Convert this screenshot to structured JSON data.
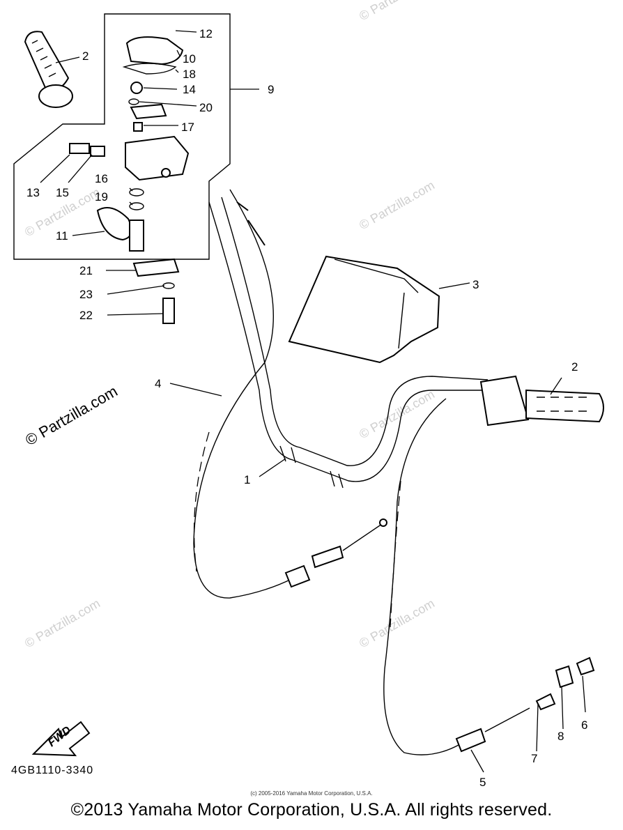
{
  "diagram": {
    "drawing_code": "4GB1110-3340",
    "fwd_label": "FWD",
    "callouts": [
      {
        "id": "c12",
        "label": "12"
      },
      {
        "id": "c10",
        "label": "10"
      },
      {
        "id": "c18",
        "label": "18"
      },
      {
        "id": "c14",
        "label": "14"
      },
      {
        "id": "c9",
        "label": "9"
      },
      {
        "id": "c20",
        "label": "20"
      },
      {
        "id": "c17",
        "label": "17"
      },
      {
        "id": "c2a",
        "label": "2"
      },
      {
        "id": "c13",
        "label": "13"
      },
      {
        "id": "c15",
        "label": "15"
      },
      {
        "id": "c16",
        "label": "16"
      },
      {
        "id": "c19",
        "label": "19"
      },
      {
        "id": "c11",
        "label": "11"
      },
      {
        "id": "c21",
        "label": "21"
      },
      {
        "id": "c23",
        "label": "23"
      },
      {
        "id": "c22",
        "label": "22"
      },
      {
        "id": "c3",
        "label": "3"
      },
      {
        "id": "c4",
        "label": "4"
      },
      {
        "id": "c2b",
        "label": "2"
      },
      {
        "id": "c1",
        "label": "1"
      },
      {
        "id": "c7",
        "label": "7"
      },
      {
        "id": "c8",
        "label": "8"
      },
      {
        "id": "c6",
        "label": "6"
      },
      {
        "id": "c5",
        "label": "5"
      }
    ]
  },
  "watermark": "© Partzilla.com",
  "small_copyright": "(c) 2005-2016 Yamaha Motor Corporation, U.S.A.",
  "copyright": "©2013 Yamaha Motor Corporation, U.S.A. All rights reserved."
}
